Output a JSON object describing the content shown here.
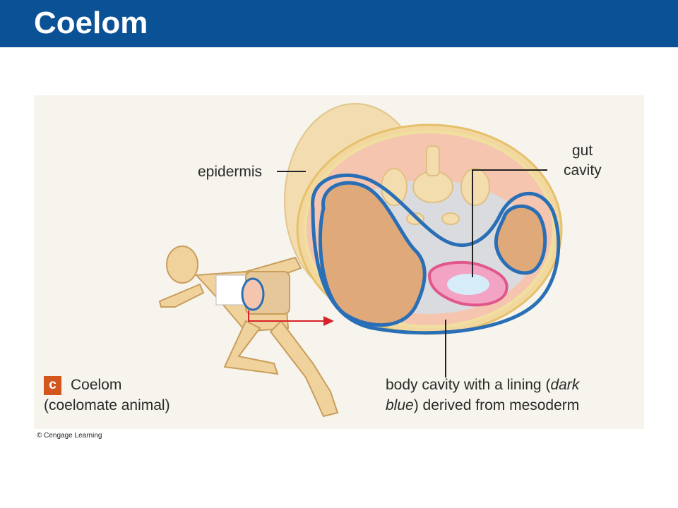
{
  "header": {
    "title": "Coelom"
  },
  "figure": {
    "labels": {
      "epidermis": "epidermis",
      "gut_line1": "gut",
      "gut_line2": "cavity",
      "body_line1_a": "body cavity with a lining (",
      "body_line1_b": "dark",
      "body_line2_a": "blue",
      "body_line2_b": ") derived from mesoderm"
    },
    "caption": {
      "badge": "c",
      "line1": "Coelom",
      "line2": "(coelomate animal)"
    }
  },
  "footer": {
    "copyright": "© Cengage Learning"
  },
  "colors": {
    "header": "#0a5196",
    "lining": "#2a6fb5",
    "gut": "#e0588a",
    "badge": "#d2561e",
    "arrow": "#d8222a"
  }
}
